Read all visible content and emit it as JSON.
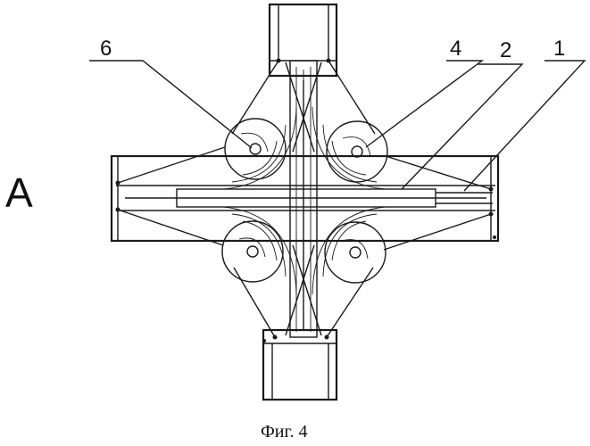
{
  "view_label": "A",
  "callouts": [
    {
      "id": "6",
      "text": "6"
    },
    {
      "id": "4",
      "text": "4"
    },
    {
      "id": "2",
      "text": "2"
    },
    {
      "id": "1",
      "text": "1"
    }
  ],
  "caption": "Фиг. 4"
}
